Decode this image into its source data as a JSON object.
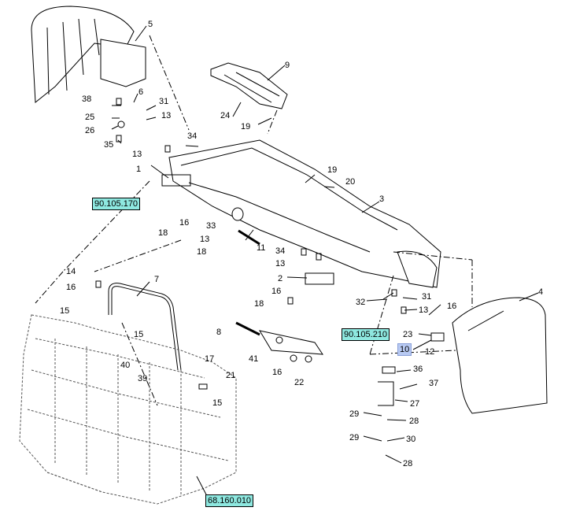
{
  "diagram": {
    "callouts": [
      "1",
      "2",
      "3",
      "4",
      "5",
      "9",
      "10",
      "11",
      "12",
      "13",
      "13",
      "13",
      "13",
      "13",
      "14",
      "15",
      "15",
      "15",
      "16",
      "16",
      "16",
      "16",
      "16",
      "17",
      "18",
      "18",
      "18",
      "19",
      "19",
      "20",
      "21",
      "22",
      "23",
      "24",
      "25",
      "26",
      "27",
      "28",
      "28",
      "29",
      "29",
      "30",
      "31",
      "31",
      "32",
      "33",
      "34",
      "34",
      "35",
      "36",
      "37",
      "38",
      "39",
      "40",
      "41",
      "6",
      "7",
      "8"
    ],
    "reference_boxes": [
      "90.105.170",
      "90.105.210",
      "68.160.010"
    ],
    "highlight_label": "10"
  }
}
